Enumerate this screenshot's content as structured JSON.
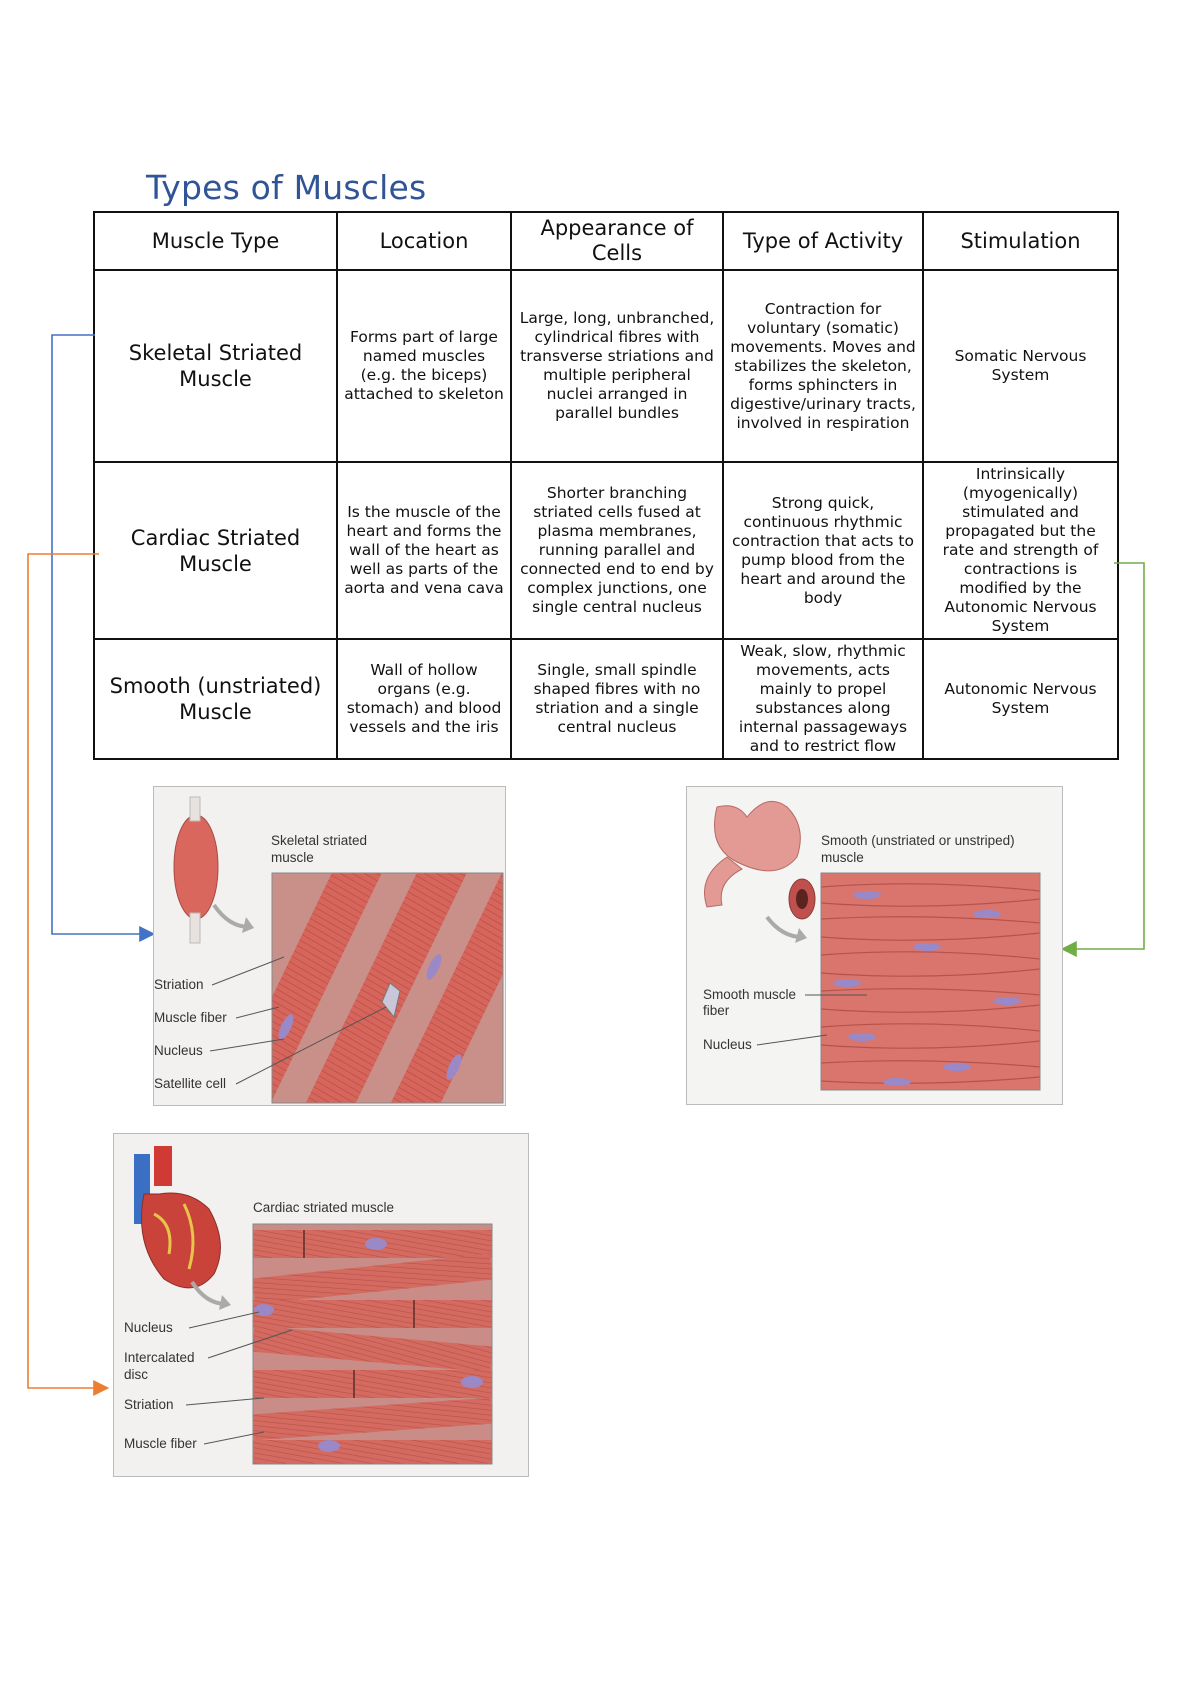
{
  "title": "Types of Muscles",
  "table": {
    "headers": [
      "Muscle Type",
      "Location",
      "Appearance of Cells",
      "Type of Activity",
      "Stimulation"
    ],
    "rows": [
      {
        "type": "Skeletal Striated Muscle",
        "location": "Forms part of large named muscles (e.g. the biceps) attached to skeleton",
        "appearance": "Large, long, unbranched, cylindrical fibres with transverse striations and multiple peripheral nuclei arranged in parallel bundles",
        "activity": "Contraction for voluntary (somatic) movements. Moves and stabilizes the skeleton, forms sphincters in digestive/urinary tracts, involved in respiration",
        "stimulation": "Somatic Nervous System"
      },
      {
        "type": "Cardiac Striated Muscle",
        "location": "Is the muscle of the heart and forms the wall of the heart as well as parts of the aorta and vena cava",
        "appearance": "Shorter branching striated cells fused at plasma membranes, running parallel and connected end to end by complex junctions, one single central nucleus",
        "activity": "Strong quick, continuous rhythmic contraction that acts to pump blood from the heart and around the body",
        "stimulation": "Intrinsically (myogenically) stimulated and propagated but the rate and strength of contractions is modified by the Autonomic Nervous System"
      },
      {
        "type": "Smooth (unstriated) Muscle",
        "location": "Wall of hollow organs (e.g. stomach) and blood vessels and the iris",
        "appearance": "Single, small spindle shaped fibres with no striation and a single central nucleus",
        "activity": "Weak, slow, rhythmic movements, acts mainly to propel substances along internal passageways and to restrict flow",
        "stimulation": "Autonomic Nervous System"
      }
    ]
  },
  "figures": {
    "skeletal": {
      "title_line1": "Skeletal striated",
      "title_line2": "muscle",
      "labels": [
        "Striation",
        "Muscle fiber",
        "Nucleus",
        "Satellite cell"
      ]
    },
    "smooth": {
      "title_line1": "Smooth (unstriated or unstriped)",
      "title_line2": "muscle",
      "labels": [
        "Smooth muscle",
        "fiber",
        "Nucleus"
      ]
    },
    "cardiac": {
      "title": "Cardiac striated muscle",
      "labels": [
        "Nucleus",
        "Intercalated",
        "disc",
        "Striation",
        "Muscle fiber"
      ]
    }
  },
  "colors": {
    "title": "#2f5597",
    "skeletal_arrow": "#4472c4",
    "cardiac_arrow": "#ed7d31",
    "smooth_arrow": "#70ad47",
    "muscle": "#d9675e",
    "nucleus": "#9b88c6"
  }
}
